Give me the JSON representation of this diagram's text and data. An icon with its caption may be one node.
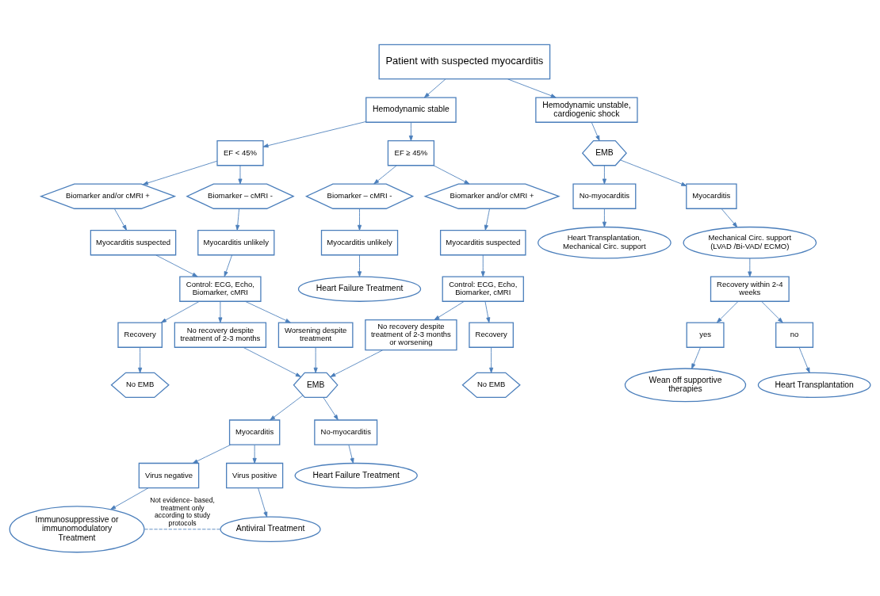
{
  "diagram": {
    "nodes": [
      {
        "text": [
          "Patient with suspected myocarditis"
        ]
      },
      {
        "text": [
          "Hemodynamic stable"
        ]
      },
      {
        "text": [
          "Hemodynamic unstable, cardiogenic shock"
        ]
      },
      {
        "text": [
          "EF ≥ 45%"
        ]
      },
      {
        "text": [
          "EF < 45%"
        ]
      },
      {
        "text": [
          "EMB"
        ]
      },
      {
        "text": [
          "No-myocarditis"
        ]
      },
      {
        "text": [
          "Myocarditis"
        ]
      },
      {
        "text": [
          "Biomarker – cMRI -"
        ]
      },
      {
        "text": [
          "Biomarker and/or cMRI +"
        ]
      },
      {
        "text": [
          "Biomarker – cMRI -"
        ]
      },
      {
        "text": [
          "Biomarker and/or cMRI +"
        ]
      },
      {
        "text": [
          "Heart Transplantation, Mechanical Circ. support"
        ]
      },
      {
        "text": [
          "Mechanical Circ. support (LVAD /Bi-VAD/ ECMO)"
        ]
      },
      {
        "text": [
          "Myocarditis unlikely"
        ]
      },
      {
        "text": [
          "Myocarditis suspected"
        ]
      },
      {
        "text": [
          "Myocarditis unlikely"
        ]
      },
      {
        "text": [
          "Myocarditis suspected"
        ]
      },
      {
        "text": [
          "Control: ECG, Echo, Biomarker, cMRI"
        ]
      },
      {
        "text": [
          "Control: ECG, Echo, Biomarker, cMRI"
        ]
      },
      {
        "text": [
          "Recovery within 2-4 weeks"
        ]
      },
      {
        "text": [
          "Recovery"
        ]
      },
      {
        "text": [
          "No recovery despite treatment of 2-3 months or worsening"
        ]
      },
      {
        "text": [
          "Recovery"
        ]
      },
      {
        "text": [
          "No recovery despite treatment of 2-3 months"
        ]
      },
      {
        "text": [
          "Worsening despite treatment"
        ]
      },
      {
        "text": [
          "no"
        ]
      },
      {
        "text": [
          "yes"
        ]
      },
      {
        "text": [
          "No EMB"
        ]
      },
      {
        "text": [
          "No EMB"
        ]
      },
      {
        "text": [
          "EMB"
        ]
      },
      {
        "text": [
          "Heart Transplantation"
        ]
      },
      {
        "text": [
          "Wean off supportive therapies"
        ]
      },
      {
        "text": [
          "Heart Failure Treatment"
        ]
      },
      {
        "text": [
          "Myocarditis"
        ]
      },
      {
        "text": [
          "No-myocarditis"
        ]
      },
      {
        "text": [
          "Virus negative"
        ]
      },
      {
        "text": [
          "Virus positive"
        ]
      },
      {
        "text": [
          "Heart Failure Treatment"
        ]
      },
      {
        "text": [
          "Immunosuppressive or immunomodulatory Treatment"
        ]
      },
      {
        "text": [
          "Antiviral Treatment"
        ]
      }
    ],
    "edges": [
      {
        "from": 0,
        "to": 1,
        "arrow": "to"
      },
      {
        "from": 0,
        "to": 2,
        "arrow": "to"
      },
      {
        "from": 1,
        "to": 3,
        "arrow": "to"
      },
      {
        "from": 1,
        "to": 4,
        "arrow": "to"
      },
      {
        "from": 2,
        "to": 5,
        "arrow": "to"
      },
      {
        "from": 5,
        "to": 6,
        "arrow": "to"
      },
      {
        "from": 5,
        "to": 7,
        "arrow": "to"
      },
      {
        "from": 3,
        "to": 8,
        "arrow": "to"
      },
      {
        "from": 3,
        "to": 9,
        "arrow": "to"
      },
      {
        "from": 4,
        "to": 10,
        "arrow": "to"
      },
      {
        "from": 4,
        "to": 11,
        "arrow": "to"
      },
      {
        "from": 6,
        "to": 12,
        "arrow": "to"
      },
      {
        "from": 7,
        "to": 13,
        "arrow": "to"
      },
      {
        "from": 8,
        "to": 14,
        "arrow": "to"
      },
      {
        "from": 9,
        "to": 15,
        "arrow": "to"
      },
      {
        "from": 10,
        "to": 16,
        "arrow": "to"
      },
      {
        "from": 11,
        "to": 17,
        "arrow": "to"
      },
      {
        "from": 14,
        "to": 33,
        "arrow": "to"
      },
      {
        "from": 15,
        "to": 18,
        "arrow": "to"
      },
      {
        "from": 16,
        "to": 19,
        "arrow": "to"
      },
      {
        "from": 17,
        "to": 19,
        "arrow": "to"
      },
      {
        "from": 13,
        "to": 20,
        "arrow": "to"
      },
      {
        "from": 18,
        "to": 21,
        "arrow": "to"
      },
      {
        "from": 18,
        "to": 22,
        "arrow": "to"
      },
      {
        "from": 19,
        "to": 23,
        "arrow": "to"
      },
      {
        "from": 19,
        "to": 24,
        "arrow": "to"
      },
      {
        "from": 19,
        "to": 25,
        "arrow": "to"
      },
      {
        "from": 20,
        "to": 26,
        "arrow": "to"
      },
      {
        "from": 20,
        "to": 27,
        "arrow": "to"
      },
      {
        "from": 21,
        "to": 28,
        "arrow": "to"
      },
      {
        "from": 23,
        "to": 29,
        "arrow": "to"
      },
      {
        "from": 22,
        "to": 30,
        "arrow": "to"
      },
      {
        "from": 24,
        "to": 30,
        "arrow": "to"
      },
      {
        "from": 25,
        "to": 30,
        "arrow": "to"
      },
      {
        "from": 26,
        "to": 31,
        "arrow": "to"
      },
      {
        "from": 27,
        "to": 32,
        "arrow": "to"
      },
      {
        "from": 30,
        "to": 34,
        "arrow": "to"
      },
      {
        "from": 30,
        "to": 35,
        "arrow": "to"
      },
      {
        "from": 34,
        "to": 36,
        "arrow": "to"
      },
      {
        "from": 34,
        "to": 37,
        "arrow": "to"
      },
      {
        "from": 35,
        "to": 38,
        "arrow": "to"
      },
      {
        "from": 36,
        "to": 39,
        "arrow": "to"
      },
      {
        "from": 37,
        "to": 40,
        "arrow": "to"
      },
      {
        "from": 39,
        "to": 40,
        "arrow": "none",
        "style": "dashed",
        "label": "Not evidence- based, treatment only according to study protocols"
      }
    ]
  }
}
